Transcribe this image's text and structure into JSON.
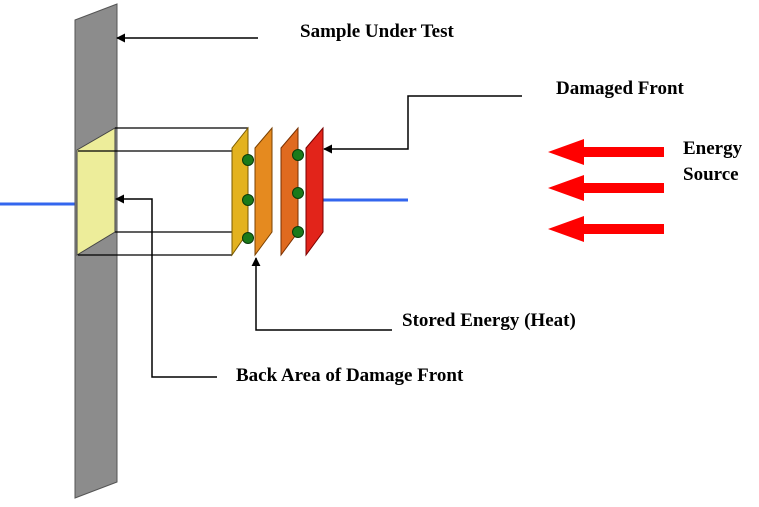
{
  "labels": {
    "sample": "Sample Under Test",
    "damaged_front": "Damaged Front",
    "energy_line1": "Energy",
    "energy_line2": "Source",
    "stored_energy": "Stored Energy (Heat)",
    "back_area": "Back Area of Damage Front"
  },
  "colors": {
    "sample_plate": "#8c8c8c",
    "back_area_fill": "#eded9a",
    "axis_line": "#3366ee",
    "energy_arrows": "#ff0000",
    "front_layers": [
      "#e3b21f",
      "#e58a1f",
      "#e06a1f",
      "#e2241a"
    ],
    "heat_dots": "#1a7a1a"
  }
}
